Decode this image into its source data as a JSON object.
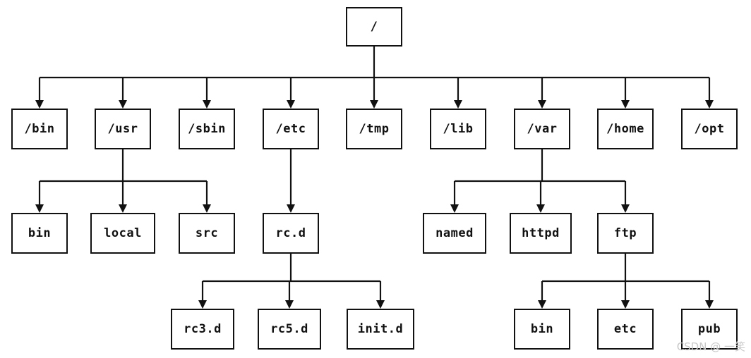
{
  "nodes": {
    "root": "/",
    "bin": "/bin",
    "usr": "/usr",
    "sbin": "/sbin",
    "etc": "/etc",
    "tmp": "/tmp",
    "lib": "/lib",
    "var": "/var",
    "home": "/home",
    "opt": "/opt",
    "usr_bin": "bin",
    "usr_local": "local",
    "usr_src": "src",
    "etc_rcd": "rc.d",
    "rcd_rc3": "rc3.d",
    "rcd_rc5": "rc5.d",
    "rcd_init": "init.d",
    "var_named": "named",
    "var_httpd": "httpd",
    "var_ftp": "ftp",
    "ftp_bin": "bin",
    "ftp_etc": "etc",
    "ftp_pub": "pub"
  },
  "edges": [
    [
      "root",
      "bin"
    ],
    [
      "root",
      "usr"
    ],
    [
      "root",
      "sbin"
    ],
    [
      "root",
      "etc"
    ],
    [
      "root",
      "tmp"
    ],
    [
      "root",
      "lib"
    ],
    [
      "root",
      "var"
    ],
    [
      "root",
      "home"
    ],
    [
      "root",
      "opt"
    ],
    [
      "usr",
      "usr_bin"
    ],
    [
      "usr",
      "usr_local"
    ],
    [
      "usr",
      "usr_src"
    ],
    [
      "etc",
      "etc_rcd"
    ],
    [
      "etc_rcd",
      "rcd_rc3"
    ],
    [
      "etc_rcd",
      "rcd_rc5"
    ],
    [
      "etc_rcd",
      "rcd_init"
    ],
    [
      "var",
      "var_named"
    ],
    [
      "var",
      "var_httpd"
    ],
    [
      "var",
      "var_ftp"
    ],
    [
      "var_ftp",
      "ftp_bin"
    ],
    [
      "var_ftp",
      "ftp_etc"
    ],
    [
      "var_ftp",
      "ftp_pub"
    ]
  ],
  "watermark": "CSDN @ 一笑"
}
